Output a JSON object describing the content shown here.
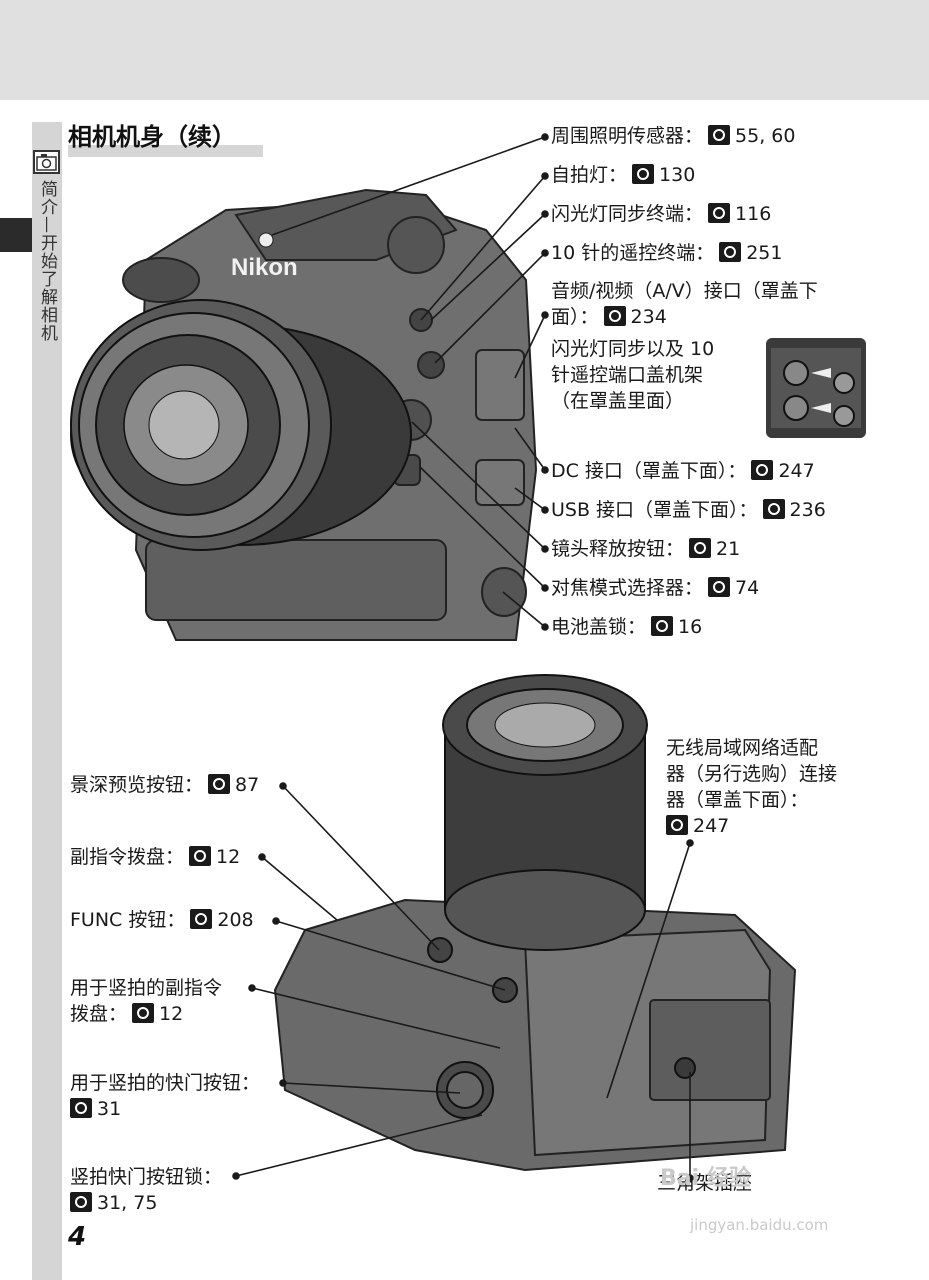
{
  "page": {
    "title": "相机机身（续）",
    "sidebar_text": "简介—开始了解相机",
    "page_number": "4"
  },
  "callouts_top": [
    {
      "text": "周围照明传感器：",
      "ref": "55, 60"
    },
    {
      "text": "自拍灯：",
      "ref": "130"
    },
    {
      "text": "闪光灯同步终端：",
      "ref": "116"
    },
    {
      "text": "10 针的遥控终端：",
      "ref": "251"
    },
    {
      "text": "音频/视频（A/V）接口（罩盖下",
      "text2": "面）：",
      "ref": "234"
    },
    {
      "text": "闪光灯同步以及 10",
      "text2": "针遥控端口盖机架",
      "text3": "（在罩盖里面）"
    },
    {
      "text": "DC 接口（罩盖下面）：",
      "ref": "247"
    },
    {
      "text": "USB 接口（罩盖下面）：",
      "ref": "236"
    },
    {
      "text": "镜头释放按钮：",
      "ref": "21"
    },
    {
      "text": "对焦模式选择器：",
      "ref": "74"
    },
    {
      "text": "电池盖锁：",
      "ref": "16"
    }
  ],
  "callouts_bottom_left": [
    {
      "text": "景深预览按钮：",
      "ref": "87"
    },
    {
      "text": "副指令拨盘：",
      "ref": "12"
    },
    {
      "text": "FUNC 按钮：",
      "ref": "208"
    },
    {
      "text": "用于竖拍的副指令",
      "text2": "拨盘：",
      "ref": "12"
    },
    {
      "text": "用于竖拍的快门按钮：",
      "text2": "",
      "ref": "31"
    },
    {
      "text": "竖拍快门按钮锁：",
      "text2": "",
      "ref": "31, 75"
    }
  ],
  "callouts_bottom_right": [
    {
      "text": "无线局域网络适配",
      "text2": "器（另行选购）连接",
      "text3": "器（罩盖下面）：",
      "ref": "247"
    },
    {
      "text": "三角架插座"
    }
  ],
  "camera": {
    "brand": "Nikon"
  },
  "watermark": {
    "text": "Bai 经验",
    "url": "jingyan.baidu.com"
  }
}
